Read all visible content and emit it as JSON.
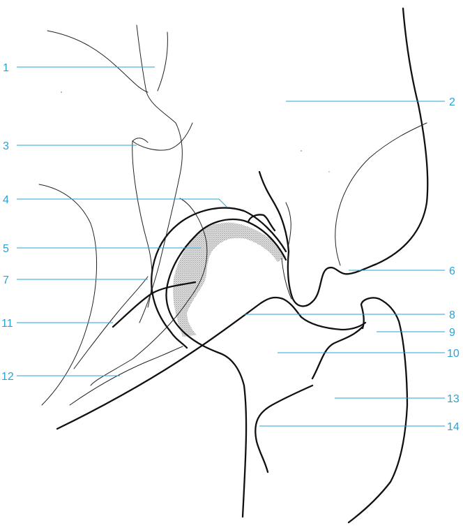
{
  "diagram": {
    "labels": [
      {
        "id": "label-1",
        "text": "1"
      },
      {
        "id": "label-2",
        "text": "2"
      },
      {
        "id": "label-3",
        "text": "3"
      },
      {
        "id": "label-4",
        "text": "4"
      },
      {
        "id": "label-5",
        "text": "5"
      },
      {
        "id": "label-6",
        "text": "6"
      },
      {
        "id": "label-7",
        "text": "7"
      },
      {
        "id": "label-8",
        "text": "8"
      },
      {
        "id": "label-9",
        "text": "9"
      },
      {
        "id": "label-10",
        "text": "10"
      },
      {
        "id": "label-11",
        "text": "11"
      },
      {
        "id": "label-12",
        "text": "12"
      },
      {
        "id": "label-13",
        "text": "13"
      },
      {
        "id": "label-14",
        "text": "14"
      }
    ],
    "colors": {
      "label": "#27a3d6",
      "line": "#111111",
      "shading": "#bdbdbd"
    }
  }
}
